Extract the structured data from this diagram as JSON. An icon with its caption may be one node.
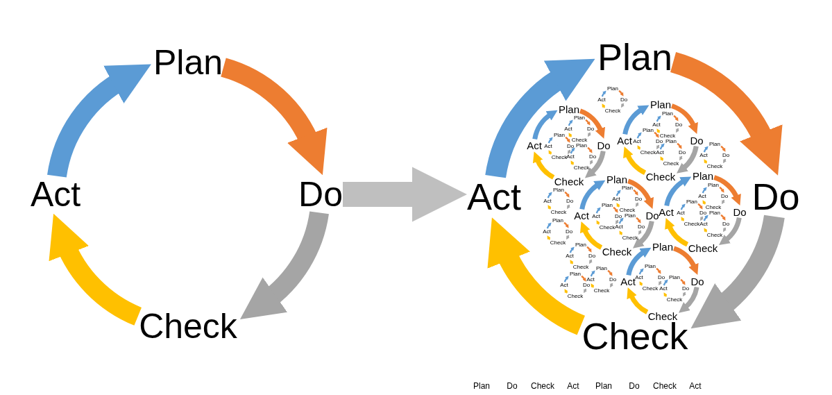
{
  "diagram": {
    "nodes": [
      {
        "text": [],
        "shape": "picture"
      },
      {
        "text": [
          "Plan"
        ],
        "in": 0
      },
      {
        "text": [
          "Do"
        ],
        "in": 0
      },
      {
        "text": [
          "Check"
        ],
        "in": 0
      },
      {
        "text": [
          "Act"
        ],
        "in": 0
      },
      {
        "text": [],
        "shape": "picture"
      },
      {
        "text": [
          "Plan"
        ],
        "in": 5
      },
      {
        "text": [
          "Do"
        ],
        "in": 5
      },
      {
        "text": [
          "Check"
        ],
        "in": 5
      },
      {
        "text": [
          "Act"
        ],
        "in": 5
      },
      {
        "text": [
          "Plan"
        ],
        "in": 5
      },
      {
        "text": [
          "Do"
        ],
        "in": 5
      },
      {
        "text": [
          "Check"
        ],
        "in": 5
      },
      {
        "text": [
          "Act"
        ],
        "in": 5
      },
      {
        "text": [
          "Plan"
        ],
        "in": 5
      },
      {
        "text": [
          "Do"
        ],
        "in": 5
      },
      {
        "text": [
          "Check"
        ],
        "in": 5
      },
      {
        "text": [
          "Act"
        ],
        "in": 5
      },
      {
        "text": [
          "Plan"
        ],
        "in": 5
      },
      {
        "text": [
          "Do"
        ],
        "in": 5
      },
      {
        "text": [
          "Check"
        ],
        "in": 5
      },
      {
        "text": [
          "Act"
        ],
        "in": 5
      },
      {
        "text": [
          "Plan"
        ],
        "in": 5
      },
      {
        "text": [
          "Do"
        ],
        "in": 5
      },
      {
        "text": [
          "Check"
        ],
        "in": 5
      },
      {
        "text": [
          "Act"
        ],
        "in": 5
      },
      {
        "text": [
          "Plan"
        ],
        "in": 5
      },
      {
        "text": [
          "Do"
        ],
        "in": 5
      },
      {
        "text": [
          "Check"
        ],
        "in": 5
      },
      {
        "text": [
          "Act"
        ],
        "in": 5
      },
      {
        "text": [
          "Plan"
        ],
        "in": 5
      },
      {
        "text": [
          "Do"
        ],
        "in": 5
      },
      {
        "text": [
          "Check"
        ],
        "in": 5
      },
      {
        "text": [
          "Act"
        ],
        "in": 5
      },
      {
        "text": [
          "Plan"
        ],
        "in": 5
      },
      {
        "text": [
          "Do"
        ],
        "in": 5
      },
      {
        "text": [
          "Check"
        ],
        "in": 5
      },
      {
        "text": [
          "Act"
        ],
        "in": 5
      },
      {
        "text": [
          "Plan"
        ],
        "in": 5
      },
      {
        "text": [
          "Do"
        ],
        "in": 5
      },
      {
        "text": [
          "Check"
        ],
        "in": 5
      },
      {
        "text": [
          "Act"
        ],
        "in": 5
      },
      {
        "text": [
          "Plan"
        ],
        "in": 5
      },
      {
        "text": [
          "Do"
        ],
        "in": 5
      },
      {
        "text": [
          "Check"
        ],
        "in": 5
      },
      {
        "text": [
          "Act"
        ],
        "in": 5
      },
      {
        "text": [
          "Plan"
        ],
        "in": 5
      },
      {
        "text": [
          "Do"
        ],
        "in": 5
      },
      {
        "text": [
          "Check"
        ],
        "in": 5
      },
      {
        "text": [
          "Act"
        ],
        "in": 5
      },
      {
        "text": [
          "Plan"
        ],
        "in": 5
      },
      {
        "text": [
          "Do"
        ],
        "in": 5
      },
      {
        "text": [
          "Check"
        ],
        "in": 5
      },
      {
        "text": [
          "Act"
        ],
        "in": 5
      },
      {
        "text": [
          "Plan"
        ],
        "in": 5
      },
      {
        "text": [
          "Do"
        ],
        "in": 5
      },
      {
        "text": [
          "Check"
        ],
        "in": 5
      },
      {
        "text": [
          "Act"
        ],
        "in": 5
      },
      {
        "text": [
          "Plan"
        ],
        "in": 5
      },
      {
        "text": [
          "Do"
        ],
        "in": 5
      },
      {
        "text": [
          "Check"
        ],
        "in": 5
      },
      {
        "text": [
          "Act"
        ],
        "in": 5
      },
      {
        "text": [
          "Plan"
        ],
        "in": 5
      },
      {
        "text": [
          "Do"
        ],
        "in": 5
      },
      {
        "text": [
          "Check"
        ],
        "in": 5
      },
      {
        "text": [
          "Act"
        ],
        "in": 5
      },
      {
        "text": [
          "Plan"
        ],
        "in": 5
      },
      {
        "text": [
          "Do"
        ],
        "in": 5
      },
      {
        "text": [
          "Check"
        ],
        "in": 5
      },
      {
        "text": [
          "Act"
        ],
        "in": 5
      },
      {
        "text": [
          "Plan"
        ],
        "in": 5
      },
      {
        "text": [
          "Do"
        ],
        "in": 5
      },
      {
        "text": [
          "Check"
        ],
        "in": 5
      },
      {
        "text": [
          "Act"
        ],
        "in": 5
      },
      {
        "text": [
          "Plan"
        ],
        "in": 5
      },
      {
        "text": [
          "Do"
        ],
        "in": 5
      },
      {
        "text": [
          "Check"
        ],
        "in": 5
      },
      {
        "text": [
          "Act"
        ],
        "in": 5
      },
      {
        "text": [
          "Plan"
        ],
        "in": 5
      },
      {
        "text": [
          "Do"
        ],
        "in": 5
      },
      {
        "text": [
          "Check"
        ],
        "in": 5
      },
      {
        "text": [
          "Act"
        ],
        "in": 5
      },
      {
        "text": [
          "Plan"
        ],
        "in": 5
      },
      {
        "text": [
          "Do"
        ],
        "in": 5
      },
      {
        "text": [
          "Check"
        ],
        "in": 5
      },
      {
        "text": [
          "Act"
        ],
        "in": 5
      },
      {
        "text": [
          "Plan"
        ],
        "in": 5
      },
      {
        "text": [
          "Do"
        ],
        "in": 5
      },
      {
        "text": [
          "Check"
        ],
        "in": 5
      },
      {
        "text": [
          "Act"
        ],
        "in": 5
      },
      {
        "text": [
          "Plan"
        ],
        "in": 5
      },
      {
        "text": [
          "Do"
        ],
        "in": 5
      },
      {
        "text": [
          "Check"
        ],
        "in": 5
      },
      {
        "text": [
          "Act"
        ],
        "in": 5
      },
      {
        "text": [
          "Plan"
        ],
        "in": 5
      },
      {
        "text": [
          "Do"
        ],
        "in": 5
      },
      {
        "text": [
          "Check"
        ],
        "in": 5
      },
      {
        "text": [
          "Act"
        ],
        "in": 5
      },
      {
        "text": [
          "Plan"
        ],
        "in": 5
      },
      {
        "text": [
          "Do"
        ],
        "in": 5
      },
      {
        "text": [
          "Check"
        ],
        "in": 5
      },
      {
        "text": [
          "Act"
        ],
        "in": 5
      },
      {
        "text": [
          "Plan"
        ],
        "in": 5
      },
      {
        "text": [
          "Do"
        ],
        "in": 5
      },
      {
        "text": [
          "Check"
        ],
        "in": 5
      },
      {
        "text": [
          "Act"
        ],
        "in": 5
      },
      {
        "text": [
          "Plan"
        ],
        "in": 5
      },
      {
        "text": [
          "Do"
        ],
        "in": 5
      },
      {
        "text": [
          "Check"
        ],
        "in": 5
      },
      {
        "text": [
          "Act"
        ],
        "in": 5
      },
      {
        "text": [
          "Plan"
        ],
        "in": 5
      },
      {
        "text": [
          "Do"
        ],
        "in": 5
      },
      {
        "text": [
          "Check"
        ],
        "in": 5
      },
      {
        "text": [
          "Act"
        ],
        "in": 5
      },
      {
        "text": [
          "Plan"
        ],
        "in": 5
      },
      {
        "text": [
          "Do"
        ],
        "in": 5
      },
      {
        "text": [
          "Check"
        ],
        "in": 5
      },
      {
        "text": [
          "Act"
        ],
        "in": 5
      },
      {
        "text": [
          "Plan"
        ],
        "in": 5
      },
      {
        "text": [
          "Do"
        ],
        "in": 5
      },
      {
        "text": [
          "Check"
        ],
        "in": 5
      },
      {
        "text": [
          "Act"
        ],
        "in": 5
      }
    ],
    "edges": [
      {
        "from": 1,
        "to": 2,
        "arrow": "to",
        "style": "thick",
        "color": "#ed7d31"
      },
      {
        "from": 2,
        "to": 3,
        "arrow": "to",
        "style": "thick",
        "color": "#a5a5a5"
      },
      {
        "from": 3,
        "to": 4,
        "arrow": "to",
        "style": "thick",
        "color": "#ffc000"
      },
      {
        "from": 4,
        "to": 1,
        "arrow": "to",
        "style": "thick",
        "color": "#5b9bd5"
      },
      {
        "from": 6,
        "to": 7,
        "arrow": "to",
        "style": "thick",
        "color": "#ed7d31"
      },
      {
        "from": 7,
        "to": 8,
        "arrow": "to",
        "style": "thick",
        "color": "#a5a5a5"
      },
      {
        "from": 8,
        "to": 9,
        "arrow": "to",
        "style": "thick",
        "color": "#ffc000"
      },
      {
        "from": 9,
        "to": 6,
        "arrow": "to",
        "style": "thick",
        "color": "#5b9bd5"
      },
      {
        "from": 10,
        "to": 11,
        "arrow": "to",
        "style": "thick",
        "color": "#ed7d31"
      },
      {
        "from": 11,
        "to": 12,
        "arrow": "to",
        "style": "thick",
        "color": "#a5a5a5"
      },
      {
        "from": 12,
        "to": 13,
        "arrow": "to",
        "style": "thick",
        "color": "#ffc000"
      },
      {
        "from": 13,
        "to": 10,
        "arrow": "to",
        "style": "thick",
        "color": "#5b9bd5"
      },
      {
        "from": 14,
        "to": 15,
        "arrow": "to",
        "style": "thick",
        "color": "#ed7d31"
      },
      {
        "from": 15,
        "to": 16,
        "arrow": "to",
        "style": "thick",
        "color": "#a5a5a5"
      },
      {
        "from": 16,
        "to": 17,
        "arrow": "to",
        "style": "thick",
        "color": "#ffc000"
      },
      {
        "from": 17,
        "to": 14,
        "arrow": "to",
        "style": "thick",
        "color": "#5b9bd5"
      },
      {
        "from": 18,
        "to": 19,
        "arrow": "to",
        "style": "thick",
        "color": "#ed7d31"
      },
      {
        "from": 19,
        "to": 20,
        "arrow": "to",
        "style": "thick",
        "color": "#a5a5a5"
      },
      {
        "from": 20,
        "to": 21,
        "arrow": "to",
        "style": "thick",
        "color": "#ffc000"
      },
      {
        "from": 21,
        "to": 18,
        "arrow": "to",
        "style": "thick",
        "color": "#5b9bd5"
      },
      {
        "from": 22,
        "to": 23,
        "arrow": "to",
        "style": "thick",
        "color": "#ed7d31"
      },
      {
        "from": 23,
        "to": 24,
        "arrow": "to",
        "style": "thick",
        "color": "#a5a5a5"
      },
      {
        "from": 24,
        "to": 25,
        "arrow": "to",
        "style": "thick",
        "color": "#ffc000"
      },
      {
        "from": 25,
        "to": 22,
        "arrow": "to",
        "style": "thick",
        "color": "#5b9bd5"
      },
      {
        "from": 26,
        "to": 27,
        "arrow": "to",
        "style": "thick",
        "color": "#ed7d31"
      },
      {
        "from": 27,
        "to": 28,
        "arrow": "to",
        "style": "thick",
        "color": "#a5a5a5"
      },
      {
        "from": 28,
        "to": 29,
        "arrow": "to",
        "style": "thick",
        "color": "#ffc000"
      },
      {
        "from": 29,
        "to": 26,
        "arrow": "to",
        "style": "thick",
        "color": "#5b9bd5"
      },
      {
        "from": 30,
        "to": 31,
        "arrow": "to",
        "color": "#ed7d31"
      },
      {
        "from": 31,
        "to": 32,
        "arrow": "to",
        "color": "#a5a5a5"
      },
      {
        "from": 32,
        "to": 33,
        "arrow": "to",
        "color": "#ffc000"
      },
      {
        "from": 33,
        "to": 30,
        "arrow": "to",
        "color": "#5b9bd5"
      },
      {
        "from": 34,
        "to": 35,
        "arrow": "to",
        "color": "#ed7d31"
      },
      {
        "from": 35,
        "to": 36,
        "arrow": "to",
        "color": "#a5a5a5"
      },
      {
        "from": 36,
        "to": 37,
        "arrow": "to",
        "color": "#ffc000"
      },
      {
        "from": 37,
        "to": 34,
        "arrow": "to",
        "color": "#5b9bd5"
      },
      {
        "from": 38,
        "to": 39,
        "arrow": "to",
        "color": "#ed7d31"
      },
      {
        "from": 39,
        "to": 40,
        "arrow": "to",
        "color": "#a5a5a5"
      },
      {
        "from": 40,
        "to": 41,
        "arrow": "to",
        "color": "#ffc000"
      },
      {
        "from": 41,
        "to": 38,
        "arrow": "to",
        "color": "#5b9bd5"
      },
      {
        "from": 42,
        "to": 43,
        "arrow": "to",
        "color": "#ed7d31"
      },
      {
        "from": 43,
        "to": 44,
        "arrow": "to",
        "color": "#a5a5a5"
      },
      {
        "from": 44,
        "to": 45,
        "arrow": "to",
        "color": "#ffc000"
      },
      {
        "from": 45,
        "to": 42,
        "arrow": "to",
        "color": "#5b9bd5"
      },
      {
        "from": 46,
        "to": 47,
        "arrow": "to",
        "color": "#ed7d31"
      },
      {
        "from": 47,
        "to": 48,
        "arrow": "to",
        "color": "#a5a5a5"
      },
      {
        "from": 48,
        "to": 49,
        "arrow": "to",
        "color": "#ffc000"
      },
      {
        "from": 49,
        "to": 46,
        "arrow": "to",
        "color": "#5b9bd5"
      },
      {
        "from": 50,
        "to": 51,
        "arrow": "to",
        "color": "#ed7d31"
      },
      {
        "from": 51,
        "to": 52,
        "arrow": "to",
        "color": "#a5a5a5"
      },
      {
        "from": 52,
        "to": 53,
        "arrow": "to",
        "color": "#ffc000"
      },
      {
        "from": 53,
        "to": 50,
        "arrow": "to",
        "color": "#5b9bd5"
      },
      {
        "from": 54,
        "to": 55,
        "arrow": "to",
        "color": "#ed7d31"
      },
      {
        "from": 55,
        "to": 56,
        "arrow": "to",
        "color": "#a5a5a5"
      },
      {
        "from": 56,
        "to": 57,
        "arrow": "to",
        "color": "#ffc000"
      },
      {
        "from": 57,
        "to": 54,
        "arrow": "to",
        "color": "#5b9bd5"
      },
      {
        "from": 58,
        "to": 59,
        "arrow": "to",
        "color": "#ed7d31"
      },
      {
        "from": 59,
        "to": 60,
        "arrow": "to",
        "color": "#a5a5a5"
      },
      {
        "from": 60,
        "to": 61,
        "arrow": "to",
        "color": "#ffc000"
      },
      {
        "from": 61,
        "to": 58,
        "arrow": "to",
        "color": "#5b9bd5"
      },
      {
        "from": 62,
        "to": 63,
        "arrow": "to",
        "color": "#ed7d31"
      },
      {
        "from": 63,
        "to": 64,
        "arrow": "to",
        "color": "#a5a5a5"
      },
      {
        "from": 64,
        "to": 65,
        "arrow": "to",
        "color": "#ffc000"
      },
      {
        "from": 65,
        "to": 62,
        "arrow": "to",
        "color": "#5b9bd5"
      },
      {
        "from": 66,
        "to": 67,
        "arrow": "to",
        "color": "#ed7d31"
      },
      {
        "from": 67,
        "to": 68,
        "arrow": "to",
        "color": "#a5a5a5"
      },
      {
        "from": 68,
        "to": 69,
        "arrow": "to",
        "color": "#ffc000"
      },
      {
        "from": 69,
        "to": 66,
        "arrow": "to",
        "color": "#5b9bd5"
      },
      {
        "from": 70,
        "to": 71,
        "arrow": "to",
        "color": "#ed7d31"
      },
      {
        "from": 71,
        "to": 72,
        "arrow": "to",
        "color": "#a5a5a5"
      },
      {
        "from": 72,
        "to": 73,
        "arrow": "to",
        "color": "#ffc000"
      },
      {
        "from": 73,
        "to": 70,
        "arrow": "to",
        "color": "#5b9bd5"
      },
      {
        "from": 74,
        "to": 75,
        "arrow": "to",
        "color": "#ed7d31"
      },
      {
        "from": 75,
        "to": 76,
        "arrow": "to",
        "color": "#a5a5a5"
      },
      {
        "from": 76,
        "to": 77,
        "arrow": "to",
        "color": "#ffc000"
      },
      {
        "from": 77,
        "to": 74,
        "arrow": "to",
        "color": "#5b9bd5"
      },
      {
        "from": 78,
        "to": 79,
        "arrow": "to",
        "color": "#ed7d31"
      },
      {
        "from": 79,
        "to": 80,
        "arrow": "to",
        "color": "#a5a5a5"
      },
      {
        "from": 80,
        "to": 81,
        "arrow": "to",
        "color": "#ffc000"
      },
      {
        "from": 81,
        "to": 78,
        "arrow": "to",
        "color": "#5b9bd5"
      },
      {
        "from": 82,
        "to": 83,
        "arrow": "to",
        "color": "#ed7d31"
      },
      {
        "from": 83,
        "to": 84,
        "arrow": "to",
        "color": "#a5a5a5"
      },
      {
        "from": 84,
        "to": 85,
        "arrow": "to",
        "color": "#ffc000"
      },
      {
        "from": 85,
        "to": 82,
        "arrow": "to",
        "color": "#5b9bd5"
      },
      {
        "from": 86,
        "to": 87,
        "arrow": "to",
        "color": "#ed7d31"
      },
      {
        "from": 87,
        "to": 88,
        "arrow": "to",
        "color": "#a5a5a5"
      },
      {
        "from": 88,
        "to": 89,
        "arrow": "to",
        "color": "#ffc000"
      },
      {
        "from": 89,
        "to": 86,
        "arrow": "to",
        "color": "#5b9bd5"
      },
      {
        "from": 90,
        "to": 91,
        "arrow": "to",
        "color": "#ed7d31"
      },
      {
        "from": 91,
        "to": 92,
        "arrow": "to",
        "color": "#a5a5a5"
      },
      {
        "from": 92,
        "to": 93,
        "arrow": "to",
        "color": "#ffc000"
      },
      {
        "from": 93,
        "to": 90,
        "arrow": "to",
        "color": "#5b9bd5"
      },
      {
        "from": 94,
        "to": 95,
        "arrow": "to",
        "color": "#ed7d31"
      },
      {
        "from": 95,
        "to": 96,
        "arrow": "to",
        "color": "#a5a5a5"
      },
      {
        "from": 96,
        "to": 97,
        "arrow": "to",
        "color": "#ffc000"
      },
      {
        "from": 97,
        "to": 94,
        "arrow": "to",
        "color": "#5b9bd5"
      },
      {
        "from": 98,
        "to": 99,
        "arrow": "to",
        "color": "#ed7d31"
      },
      {
        "from": 99,
        "to": 100,
        "arrow": "to",
        "color": "#a5a5a5"
      },
      {
        "from": 100,
        "to": 101,
        "arrow": "to",
        "color": "#ffc000"
      },
      {
        "from": 101,
        "to": 98,
        "arrow": "to",
        "color": "#5b9bd5"
      },
      {
        "from": 102,
        "to": 103,
        "arrow": "to",
        "color": "#ed7d31"
      },
      {
        "from": 103,
        "to": 104,
        "arrow": "to",
        "color": "#a5a5a5"
      },
      {
        "from": 104,
        "to": 105,
        "arrow": "to",
        "color": "#ffc000"
      },
      {
        "from": 105,
        "to": 102,
        "arrow": "to",
        "color": "#5b9bd5"
      },
      {
        "from": 106,
        "to": 107,
        "arrow": "to",
        "color": "#ed7d31"
      },
      {
        "from": 107,
        "to": 108,
        "arrow": "to",
        "color": "#a5a5a5"
      },
      {
        "from": 108,
        "to": 109,
        "arrow": "to",
        "color": "#ffc000"
      },
      {
        "from": 109,
        "to": 106,
        "arrow": "to",
        "color": "#5b9bd5"
      },
      {
        "from": 110,
        "to": 111,
        "arrow": "to",
        "color": "#ed7d31"
      },
      {
        "from": 111,
        "to": 112,
        "arrow": "to",
        "color": "#a5a5a5"
      },
      {
        "from": 112,
        "to": 113,
        "arrow": "to",
        "color": "#ffc000"
      },
      {
        "from": 113,
        "to": 110,
        "arrow": "to",
        "color": "#5b9bd5"
      },
      {
        "from": 0,
        "to": 5,
        "arrow": "to",
        "style": "thick",
        "color": "#bfbfbf"
      }
    ]
  }
}
